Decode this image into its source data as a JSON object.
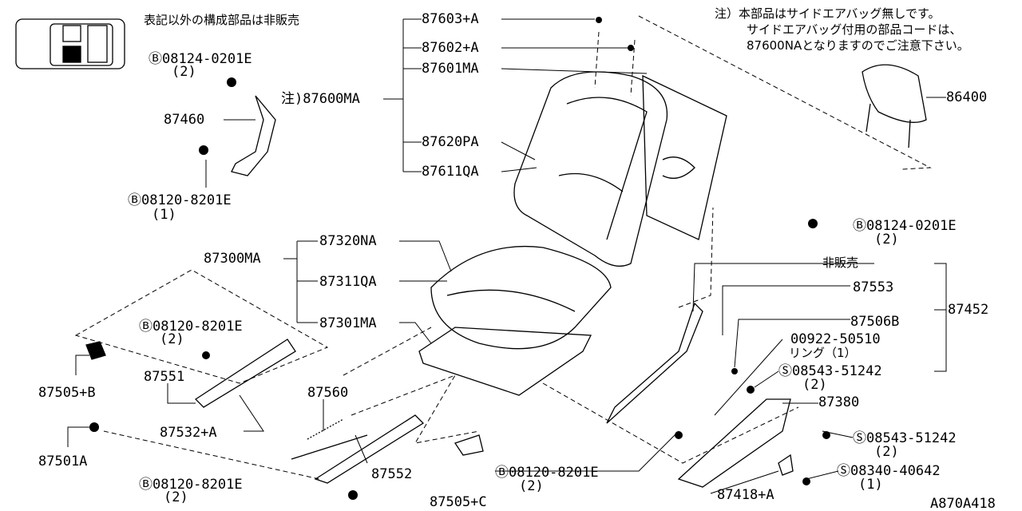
{
  "notes": {
    "top_left": "表記以外の構成部品は非販売",
    "top_right": [
      "注）本部品はサイドエアバッグ無しです。",
      "サイドエアバッグ付用の部品コードは、",
      "87600NAとなりますのでご注意下さい。"
    ]
  },
  "parts": {
    "p87603a": "87603+A",
    "p87602a": "87602+A",
    "p87601ma": "87601MA",
    "p87600ma": "注)87600MA",
    "p87620pa": "87620PA",
    "p87611qa": "87611QA",
    "p86400": "86400",
    "b08124_top": "Ⓑ08124-0201E",
    "b08124_top_qty": "(2)",
    "p87460": "87460",
    "b08120_left1": "Ⓑ08120-8201E",
    "b08120_left1_qty": "(1)",
    "p87300ma": "87300MA",
    "p87320na": "87320NA",
    "p87311qa": "87311QA",
    "p87301ma": "87301MA",
    "b08120_left2": "Ⓑ08120-8201E",
    "b08120_left2_qty": "(2)",
    "p87551": "87551",
    "p87505b": "87505+B",
    "p87532a": "87532+A",
    "p87560": "87560",
    "p87501a": "87501A",
    "p87552": "87552",
    "b08120_left3": "Ⓑ08120-8201E",
    "b08120_left3_qty": "(2)",
    "p87505c": "87505+C",
    "b08124_right": "Ⓑ08124-0201E",
    "b08124_right_qty": "(2)",
    "not_sold": "非販売",
    "p87553": "87553",
    "p87452": "87452",
    "p87506b": "87506B",
    "p00922": "00922-50510",
    "ring": "リング（1）",
    "s08543_1": "Ⓢ08543-51242",
    "s08543_1_qty": "(2)",
    "p87380": "87380",
    "s08543_2": "Ⓢ08543-51242",
    "s08543_2_qty": "(2)",
    "b08120_mid": "Ⓑ08120-8201E",
    "b08120_mid_qty": "(2)",
    "s08340": "Ⓢ08340-40642",
    "s08340_qty": "(1)",
    "p87418a": "87418+A",
    "diagram_code": "A870A418"
  }
}
